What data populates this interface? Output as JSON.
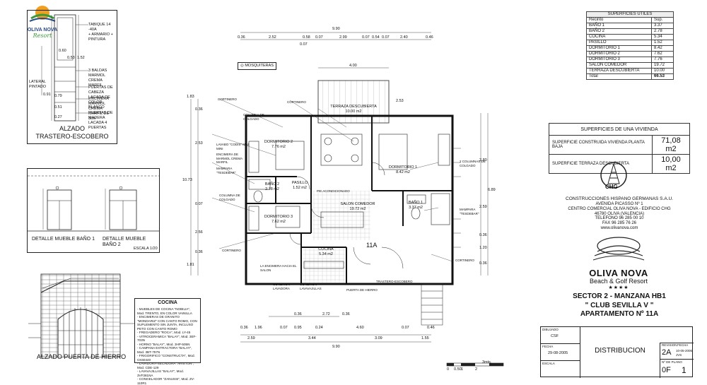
{
  "corner_logo": {
    "brand": "OLIVA NOVA",
    "script": "Resort"
  },
  "elevation_box": {
    "title_line1": "ALZADO",
    "title_line2": "TRASTERO-ESCOBERO",
    "notes": [
      "TABIQUE 14 -40A",
      "+ ARMARIO + PINTURA",
      "3 BALDAS MARMOL",
      "CREMA MARFIL",
      "LATERAL PINTADO",
      "PUERTAS DE CABEZA",
      "LACADA DE COLOR BLANCO",
      "ENCIMERA MARMOL",
      "CREMA MARFIL DE 3cm",
      "PUERTAS DE MADERA",
      "LACADA 4 PUERTAS"
    ],
    "dims": [
      "0.60",
      "0.53",
      "1.52",
      "0.91",
      "0.79",
      "0.51",
      "0.27"
    ]
  },
  "bath_box": {
    "label1": "DETALLE MUEBLE BAÑO 1",
    "label2": "DETALLE MUEBLE BAÑO 2",
    "scale": "ESCALA 1/20"
  },
  "gate": {
    "label": "ALZADO PUERTA DE HIERRO"
  },
  "kitchen": {
    "title": "COCINA",
    "items": [
      "- MUEBLES DE COCINA \"NOBILIA\", Mod. TRENTO, EN COLOR VAINILLA",
      "- ENCIMERAS DE GRANITO \"MONDARIZ\" CON CANTO ROMO, CON SUPLEMENTO SIN JUNTA, INCLUSO PETO CON CANTO ROMO",
      "- FREGADERO \"ROCA\", Mod. LY-45",
      "- VITROCERAMICA \"BALAY\", Mod. 3EF-703N",
      "- HORNO \"BALAY\", Mod. 3HP-505N",
      "- CAMPANA EXTRACTORA \"BALAY\", Mod. 3BT-757N",
      "- FRIGORIFICO \"CONSTRUCTA\", Mod. CK60440",
      "- LAVADORA-SECADORA \"ARISTON\", Mod. CDE-129",
      "- LAVAVAJILLAS \"BALAY\", Mod. 3VF381NA",
      "- CONGELADOR \"ZANUSSI\", Mod. ZV-110R1"
    ]
  },
  "plan": {
    "mosquiteras": "MOSQUITERAS",
    "rooms": [
      {
        "name": "TERRAZA DESCUBIERTA",
        "area": "10.00 m2"
      },
      {
        "name": "DORMITORIO 2",
        "area": "7.76 m2"
      },
      {
        "name": "DORMITORIO 1",
        "area": "8.42 m2"
      },
      {
        "name": "BAÑO 2",
        "area": "2.78 m2"
      },
      {
        "name": "PASILLO",
        "area": "1.52 m2"
      },
      {
        "name": "SALON COMEDOR",
        "area": "19.72 m2"
      },
      {
        "name": "BAÑO 1",
        "area": "3.37 m2"
      },
      {
        "name": "DORMITORIO 3",
        "area": "7.62 m2"
      },
      {
        "name": "COCINA",
        "area": "5.34 m2"
      }
    ],
    "unit": "11A",
    "top_dims": [
      "9.90",
      "0.36",
      "2.52",
      "0.58",
      "0.07",
      "2.99",
      "0.07",
      "0.54",
      "0.07",
      "2.40",
      "0.46",
      "0.07",
      "4.00"
    ],
    "bottom_dims": [
      "0.36",
      "2.72",
      "0.36",
      "0.36",
      "1.96",
      "0.07",
      "0.95",
      "0.24",
      "4.60",
      "0.07",
      "0.46",
      "2.59",
      "3.44",
      "3.09",
      "1.55",
      "9.90"
    ],
    "left_dims": [
      "1.83",
      "0.36",
      "2.53",
      "10.73",
      "0.07",
      "2.56",
      "0.36",
      "1.81"
    ],
    "right_dims": [
      "2.53",
      "2.80",
      "6.89",
      "2.59",
      "0.36",
      "1.20",
      "0.36"
    ],
    "annotations": [
      "CORTINERO",
      "COLUMNA DE COLGADO",
      "LAVABO \"CODIS\" Mod. MINI",
      "ENCIMERA DE MARMOL CREMA MARFIL",
      "MAMPARA \"TESDEBAR\"",
      "CORTINERO",
      "PIE ACONDICIONADO",
      "MAMPARA \"TESDEBAR\"",
      "COLUMNA DE COLGADO",
      "CORTINERO",
      "LA ENCIMERA HACIA EL SALON",
      "CONEXION LAVADORA",
      "CONEXION LAVAVAJILLAS",
      "PUERTA DE HIERRO",
      "TRASTERO-ESCOBERO",
      "2 COLUMNAS DE COLGADO",
      "CORTINERO"
    ],
    "scale_label": "3mts.",
    "scale_ticks": [
      "0",
      "0.50",
      "1",
      "2"
    ]
  },
  "areas": {
    "title": "SUPERFICIES UTILES",
    "head": [
      "Recinto",
      "Sup."
    ],
    "rows": [
      [
        "BAÑO 1",
        "3.37"
      ],
      [
        "BAÑO 2",
        "2.78"
      ],
      [
        "COCINA",
        "5.34"
      ],
      [
        "PASILLO",
        "1.52"
      ],
      [
        "DORMITORIO 1",
        "8.42"
      ],
      [
        "DORMITORIO 2",
        "7.62"
      ],
      [
        "DORMITORIO 3",
        "7.76"
      ],
      [
        "SALON COMEDOR",
        "19.72"
      ],
      [
        "TERRAZA DESCUBIERTA",
        "10.00"
      ]
    ],
    "total_label": "Total",
    "total": "66.53"
  },
  "vivienda": {
    "title": "SUPERFICIES DE UNA VIVIENDA",
    "rows": [
      [
        "SUPERFICIE CONSTRUIDA VIVIENDA PLANTA BAJA",
        "71,08 m2"
      ],
      [
        "SUPERFICIE TERRAZA DESCUBIERTA",
        "10,00 m2"
      ]
    ]
  },
  "company": {
    "logo": "CHG",
    "name": "CONSTRUCCIONES HISPANO GERMANAS S.A.U.",
    "lines": [
      "AVENIDA PICASSO Nº 1",
      "CENTRO COMERCIAL OLIVA NOVA - EDIFICIO CHG",
      "46780 OLIVA (VALENCIA)",
      "TELEFONO 96 285 00 10",
      "FAX 96 285 76 26",
      "www.olivanova.com"
    ]
  },
  "resort": {
    "name": "OLIVA NOVA",
    "sub": "Beach & Golf Resort",
    "stars": "★★★★"
  },
  "project": {
    "l1": "SECTOR 2 - MANZANA HB1",
    "l2": "\" CLUB SEVILLA V \"",
    "l3": "APARTAMENTO Nº 11A"
  },
  "title_block": {
    "dibujado_label": "DIBUJADO",
    "dibujado": "CSF",
    "fecha_label": "FECHA",
    "fecha": "29-08-2005",
    "escala_label": "ESCALA",
    "title": "DISTRIBUCION",
    "revision_label": "REVISION",
    "revision": "2A",
    "fecha2_label": "FECHA",
    "fecha2": "10-05-2006",
    "by": "JVS",
    "plano_label": "Nº DE PLANO",
    "plano_code": "0F",
    "plano_num": "1"
  },
  "colors": {
    "line": "#222222",
    "logo_orange": "#f0a020",
    "logo_green": "#3a9a3a",
    "logo_blue": "#2a4a8a",
    "hatch": "#555555"
  }
}
